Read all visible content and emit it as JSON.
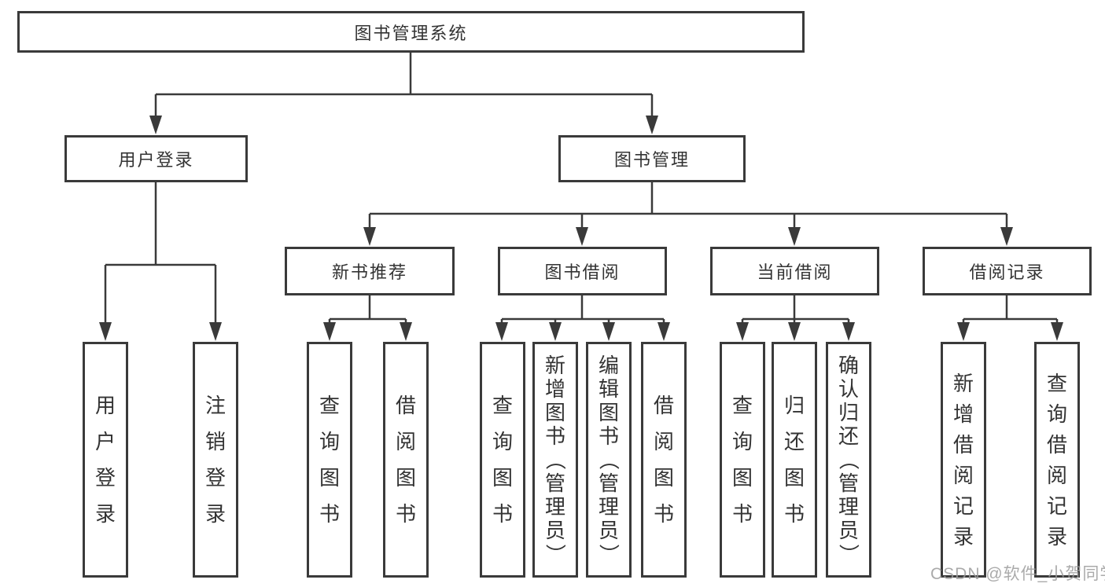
{
  "colors": {
    "line": "#3a3a3a",
    "text": "#333333",
    "background": "#ffffff",
    "watermark": "#9c9c9c"
  },
  "watermark": "CSDN @软件_小贺同学",
  "tree": {
    "label": "图书管理系统",
    "children": [
      {
        "label": "用户登录",
        "children": [
          {
            "label": "用户登录"
          },
          {
            "label": "注销登录"
          }
        ]
      },
      {
        "label": "图书管理",
        "children": [
          {
            "label": "新书推荐",
            "children": [
              {
                "label": "查询图书"
              },
              {
                "label": "借阅图书"
              }
            ]
          },
          {
            "label": "图书借阅",
            "children": [
              {
                "label": "查询图书"
              },
              {
                "label": "新增图书（管理员）"
              },
              {
                "label": "编辑图书（管理员）"
              },
              {
                "label": "借阅图书"
              }
            ]
          },
          {
            "label": "当前借阅",
            "children": [
              {
                "label": "查询图书"
              },
              {
                "label": "归还图书"
              },
              {
                "label": "确认归还（管理员）"
              }
            ]
          },
          {
            "label": "借阅记录",
            "children": [
              {
                "label": "新增借阅记录"
              },
              {
                "label": "查询借阅记录"
              }
            ]
          }
        ]
      }
    ]
  }
}
